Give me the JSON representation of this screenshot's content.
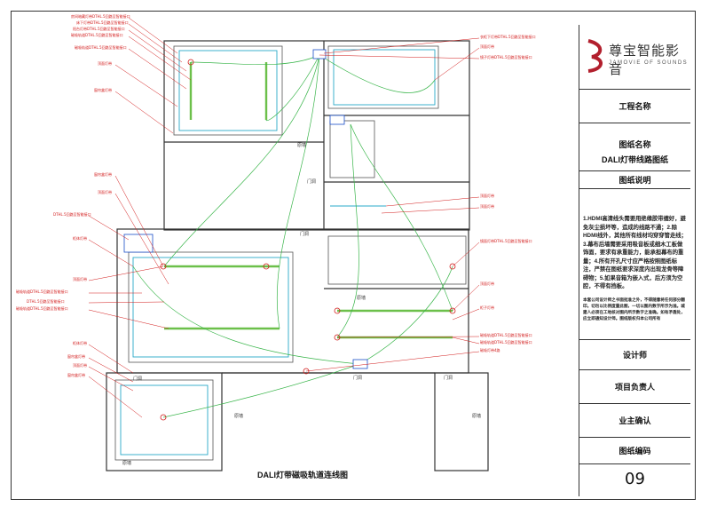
{
  "logo": {
    "company": "尊宝智能影音",
    "english": "JAMOVIE OF SOUNDS",
    "brand_color": "#b21f2d"
  },
  "title_block": {
    "project_name_label": "工程名称",
    "drawing_name_label": "图纸名称",
    "drawing_name": "DALI灯带线路图纸",
    "notes_label": "图纸说明",
    "notes_text": "1.HDMI高清线头需要用绝缘胶带缠好，避免灰尘损坏等，造成的线路不通；2.除HDMI线外，其他所有线材均穿穿管走线；3.幕布后墙需要采用吸音板或细木工板做饰面，要求有承重能力，能承担幕布的重量；4.所有开孔尺寸应严格按照图纸标注，严禁在图纸要求深度内出现龙骨等障碍物；5.如果音箱为嵌入式，后方须为空腔，不得有挡板。",
    "legal_text": "本套公司设计师之书面批准之外，不得随意将任何部分翻印。切勿以比例度量此图，一切以图内数字所示为准。城建人必须在工地核对图内所示数字之准确。如有矛盾处，应立即通知设计师。图纸版权归本公司所有",
    "designer_label": "设计师",
    "project_manager_label": "项目负责人",
    "owner_confirm_label": "业主确认",
    "drawing_no_label": "图纸编码",
    "drawing_no": "09"
  },
  "plan": {
    "caption": "DALI灯带磁吸轨道连线图",
    "room_labels": [
      "原墙",
      "原墙",
      "原墙",
      "原墙",
      "原墙",
      "门洞",
      "门洞",
      "门洞",
      "门洞",
      "门洞"
    ],
    "annotations_left": [
      "房间暗藏灯带DTHL.5回路至智能接口",
      "床下灯带DTHL.5回路至智能接口",
      "阳台灯带DTHL.5回路至智能接口",
      "磁吸轨道DTHL.5回路至智能接口",
      "磁吸轨道DTHL.5回路至智能接口",
      "顶面灯带",
      "窗帘盒灯带",
      "窗帘盒灯带",
      "顶面灯带",
      "DTHL.5回路至智能接口",
      "柜体灯带",
      "顶面灯带",
      "磁吸轨道DTHL.5回路至智能接口",
      "DTHL.5回路至智能接口",
      "磁吸轨道DTHL.5回路至智能接口",
      "柜体灯带",
      "窗帘盒灯带",
      "顶面灯带",
      "窗帘盒灯带"
    ],
    "annotations_right": [
      "衣柜下灯带DTHL.5回路至智能接口",
      "顶面灯带",
      "镜子灯带DTHL.5回路至智能接口",
      "顶面灯带",
      "顶面灯带",
      "镜面灯带DTHL.5回路至智能接口",
      "顶面灯带",
      "柜子灯带",
      "磁吸轨道DTHL.5回路至智能接口",
      "磁吸轨道DTHL.5回路至智能接口",
      "磁吸灯带4路"
    ]
  },
  "colors": {
    "wire": "#39b54a",
    "annotation": "#d21a1a",
    "wall": "#333333",
    "lighting": "#29a8c8",
    "track": "#6cc04a"
  }
}
